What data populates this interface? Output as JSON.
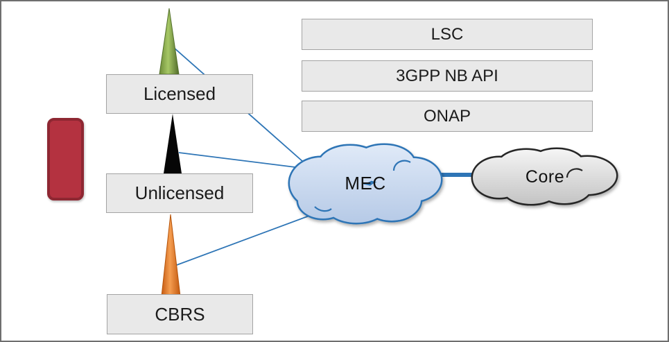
{
  "diagram": {
    "spectrum_boxes": [
      {
        "id": "licensed",
        "label": "Licensed"
      },
      {
        "id": "unlicensed",
        "label": "Unlicensed"
      },
      {
        "id": "cbrs",
        "label": "CBRS"
      }
    ],
    "stack_boxes": [
      {
        "id": "lsc",
        "label": "LSC"
      },
      {
        "id": "nb-api",
        "label": "3GPP NB API"
      },
      {
        "id": "onap",
        "label": "ONAP"
      }
    ],
    "clouds": [
      {
        "id": "mec",
        "label": "MEC"
      },
      {
        "id": "core",
        "label": "Core"
      }
    ],
    "icons": [
      {
        "name": "device-icon",
        "color": "#b43240"
      },
      {
        "name": "licensed-antenna-icon",
        "color": "#76923c"
      },
      {
        "name": "unlicensed-antenna-icon",
        "color": "#000000"
      },
      {
        "name": "cbrs-antenna-icon",
        "color": "#e8750e"
      }
    ],
    "colors": {
      "connector_blue": "#2e75b6",
      "box_fill": "#e9e9e9",
      "box_border": "#a3a3a3",
      "mec_cloud_fill": "#c9d9f0",
      "mec_cloud_border": "#2e75b6",
      "core_cloud_fill": "#d9d9d9",
      "core_cloud_border": "#262626"
    }
  }
}
